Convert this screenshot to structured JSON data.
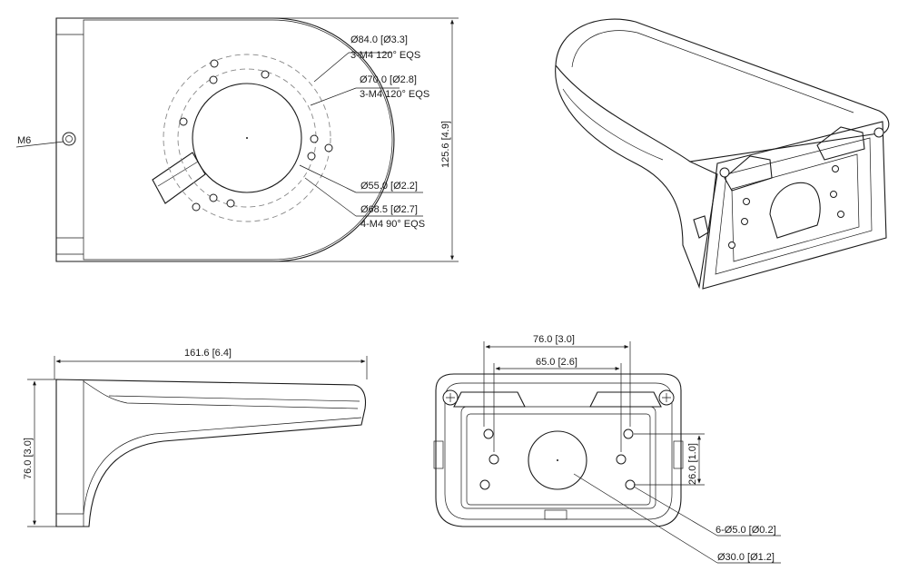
{
  "top_view": {
    "label_m6": "M6",
    "circle_84": "Ø84.0 [Ø3.3]",
    "circle_84_holes": "3-M4 120° EQS",
    "circle_70": "Ø70.0 [Ø2.8]",
    "circle_70_holes": "3-M4 120° EQS",
    "circle_55": "Ø55.0 [Ø2.2]",
    "circle_68": "Ø68.5 [Ø2.7]",
    "circle_68_holes": "4-M4 90° EQS",
    "height_dim": "125.6 [4.9]"
  },
  "side_view": {
    "length_dim": "161.6 [6.4]",
    "height_dim": "76.0 [3.0]"
  },
  "front_view": {
    "outer_width_dim": "76.0 [3.0]",
    "inner_width_dim": "65.0 [2.6]",
    "hole_spacing_dim": "26.0 [1.0]",
    "hole_label": "6-Ø5.0 [Ø0.2]",
    "center_hole_label": "Ø30.0 [Ø1.2]"
  }
}
